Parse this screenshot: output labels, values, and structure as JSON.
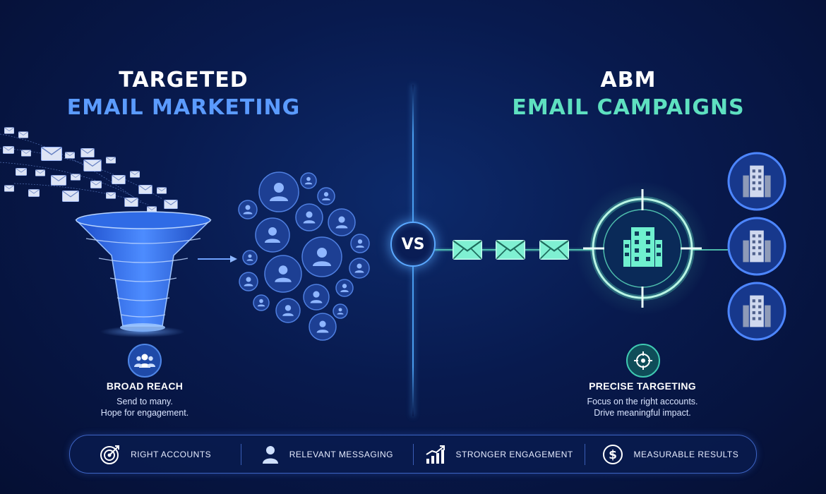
{
  "left": {
    "title_line1": "TARGETED",
    "title_line2": "EMAIL MARKETING",
    "caption_title": "BROAD REACH",
    "caption_line1": "Send to many.",
    "caption_line2": "Hope for engagement.",
    "accent_color": "#5b9bff"
  },
  "right": {
    "title_line1": "ABM",
    "title_line2": "EMAIL CAMPAIGNS",
    "caption_title": "PRECISE TARGETING",
    "caption_line1": "Focus on the right accounts.",
    "caption_line2": "Drive meaningful impact.",
    "accent_color": "#5ee0c0"
  },
  "vs_label": "VS",
  "benefits": [
    {
      "label": "RIGHT ACCOUNTS",
      "icon": "target-arrow-icon"
    },
    {
      "label": "RELEVANT MESSAGING",
      "icon": "person-icon"
    },
    {
      "label": "STRONGER ENGAGEMENT",
      "icon": "growth-chart-icon"
    },
    {
      "label": "MEASURABLE RESULTS",
      "icon": "dollar-coin-icon"
    }
  ],
  "icons": {
    "broad_reach": "group-icon",
    "precise_targeting": "crosshair-icon",
    "funnel": "funnel-icon",
    "envelope": "envelope-icon",
    "building": "building-icon",
    "user_avatar": "user-avatar-icon"
  }
}
